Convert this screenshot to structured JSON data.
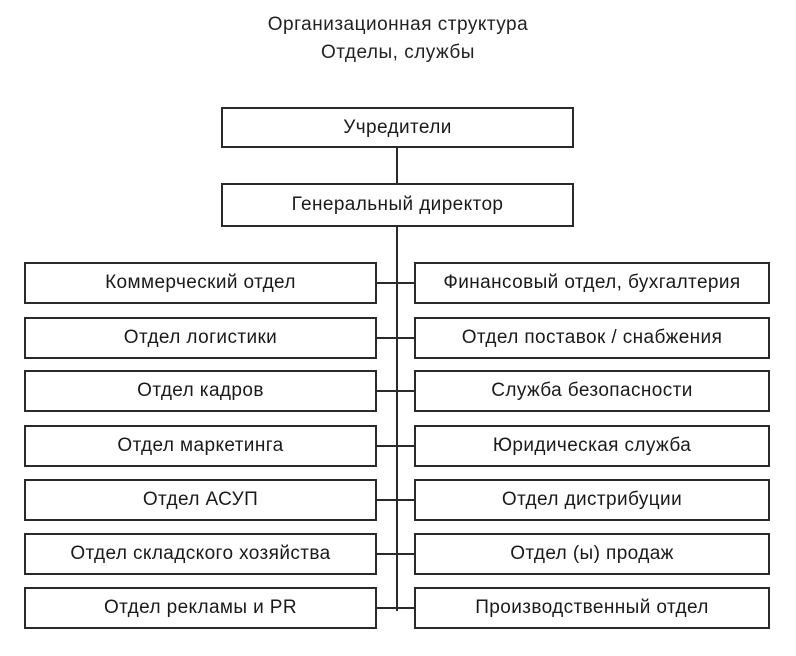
{
  "title": {
    "line1": "Организационная структура",
    "line2": "Отделы, службы"
  },
  "top": {
    "founders": "Учредители",
    "director": "Генеральный директор"
  },
  "left_departments": [
    "Коммерческий отдел",
    "Отдел логистики",
    "Отдел кадров",
    "Отдел маркетинга",
    "Отдел АСУП",
    "Отдел складского хозяйства",
    "Отдел рекламы и PR"
  ],
  "right_departments": [
    "Финансовый отдел, бухгалтерия",
    "Отдел поставок / снабжения",
    "Служба безопасности",
    "Юридическая служба",
    "Отдел дистрибуции",
    "Отдел (ы) продаж",
    "Производственный отдел"
  ]
}
